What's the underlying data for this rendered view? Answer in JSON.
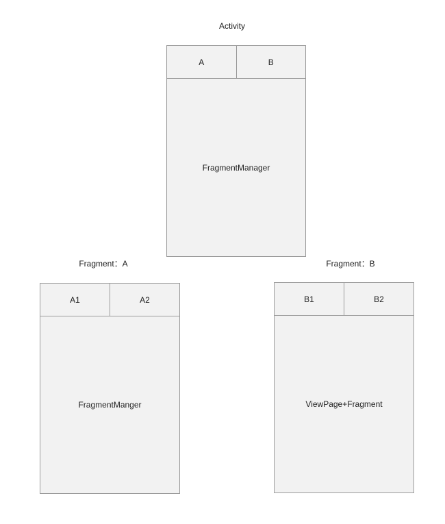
{
  "activity": {
    "caption": "Activity",
    "tabs": [
      "A",
      "B"
    ],
    "body_label": "FragmentManager"
  },
  "fragment_a": {
    "caption": "Fragment：A",
    "tabs": [
      "A1",
      "A2"
    ],
    "body_label": "FragmentManger"
  },
  "fragment_b": {
    "caption": "Fragment：B",
    "tabs": [
      "B1",
      "B2"
    ],
    "body_label": "ViewPage+Fragment"
  },
  "colors": {
    "panel_fill": "#f2f2f2",
    "border": "#9a9a9a",
    "text": "#222222",
    "background": "#ffffff"
  }
}
